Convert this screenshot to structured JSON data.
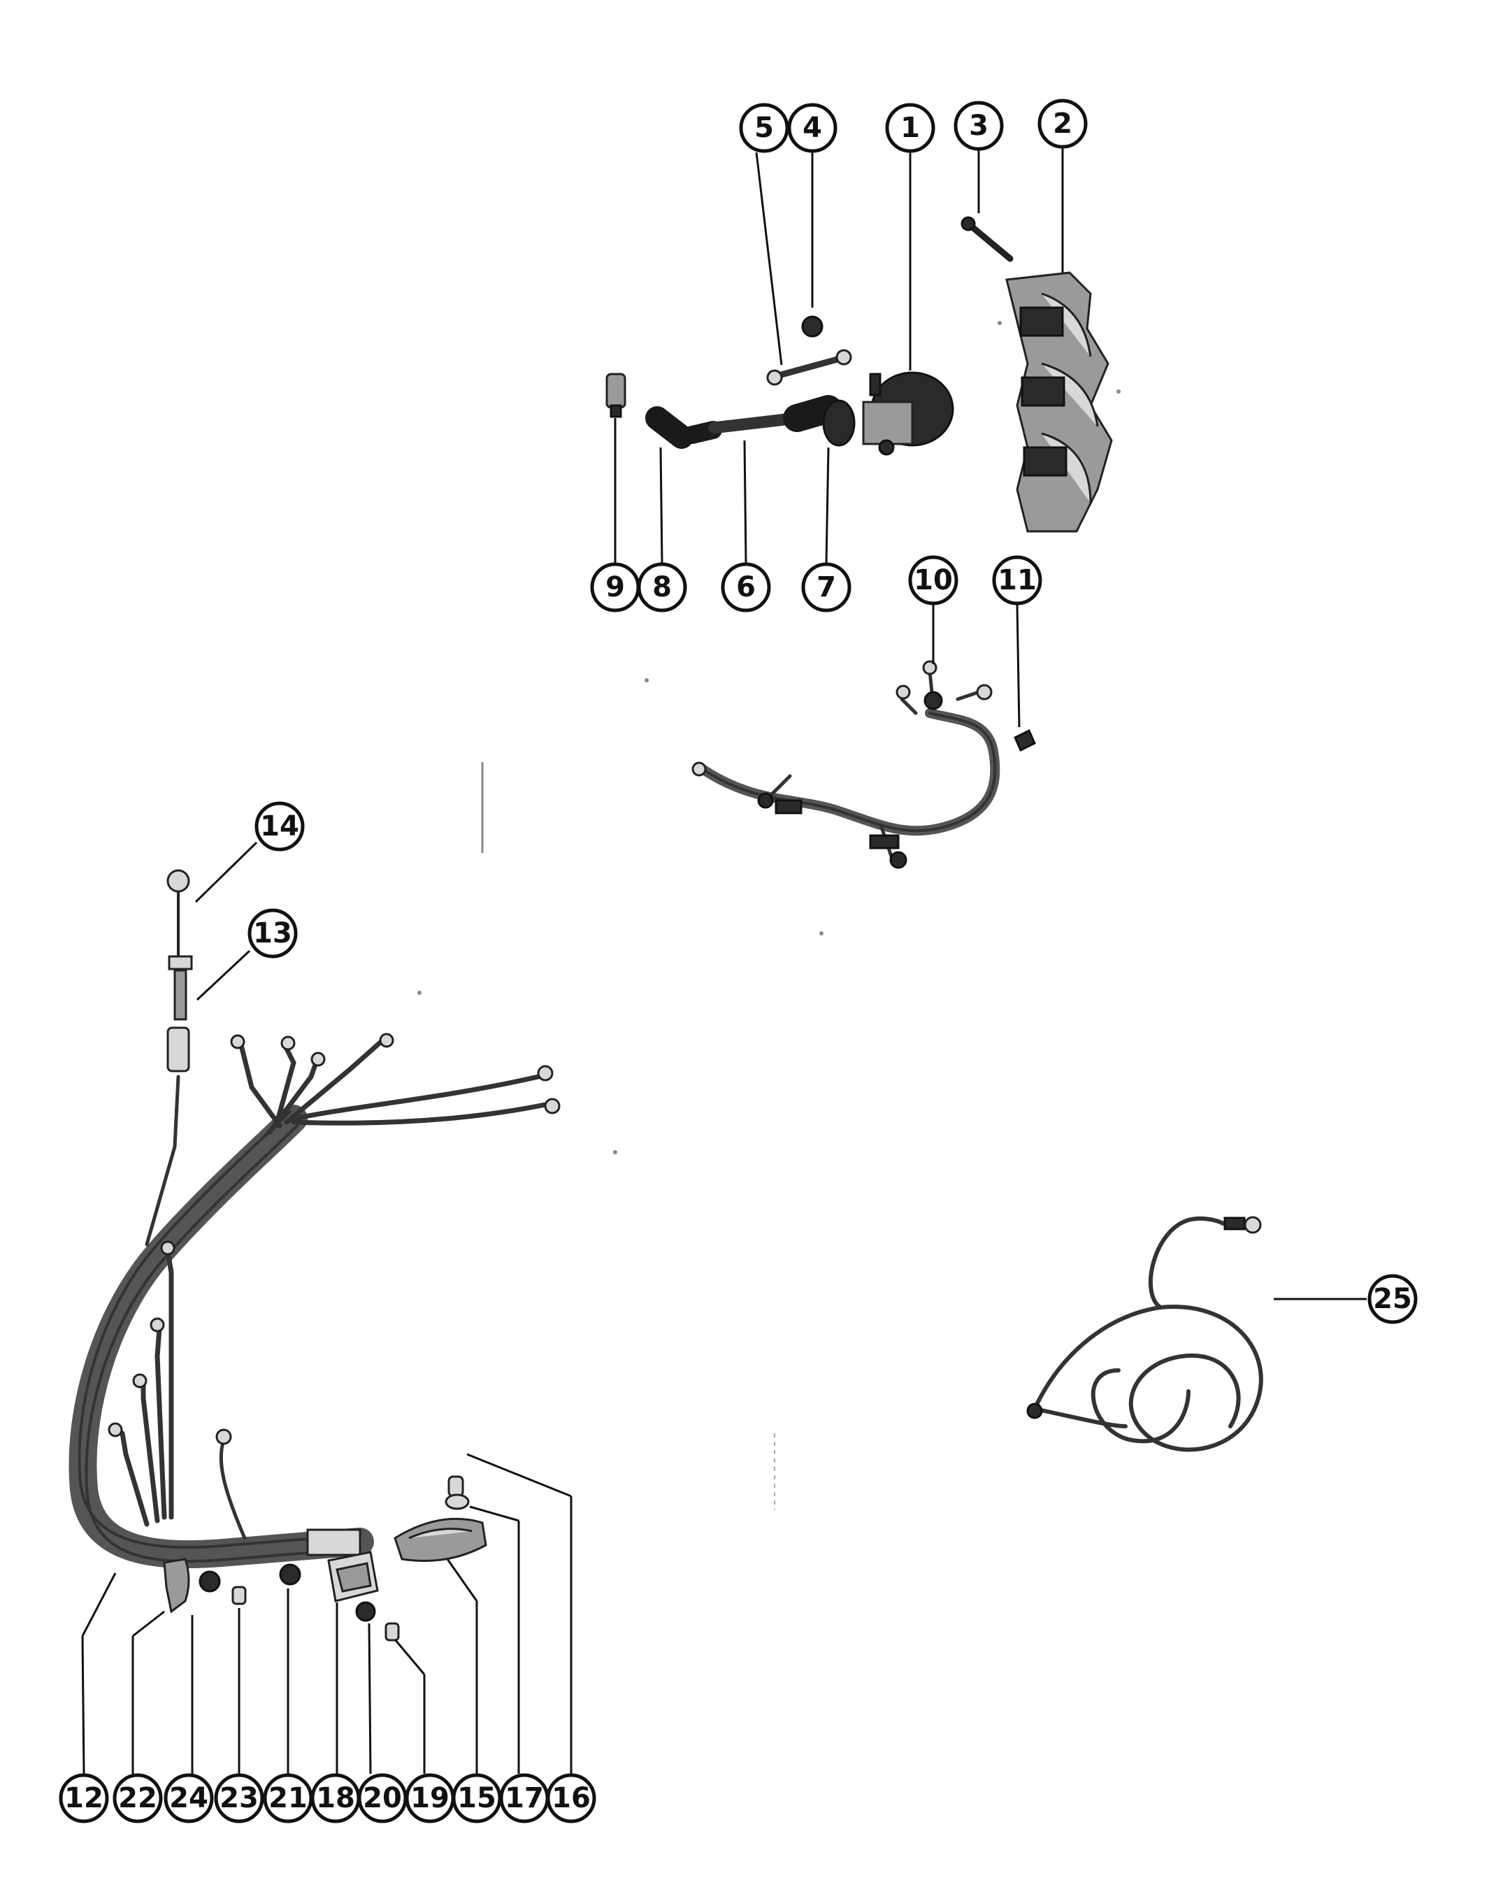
{
  "diagram": {
    "colors": {
      "ink": "#111111",
      "paper": "#ffffff",
      "part_dark": "#2a2a2a",
      "part_grey": "#9a9a9a"
    },
    "callouts": [
      {
        "id": "c1",
        "label": "1"
      },
      {
        "id": "c2",
        "label": "2"
      },
      {
        "id": "c3",
        "label": "3"
      },
      {
        "id": "c4",
        "label": "4"
      },
      {
        "id": "c5",
        "label": "5"
      },
      {
        "id": "c6",
        "label": "6"
      },
      {
        "id": "c7",
        "label": "7"
      },
      {
        "id": "c8",
        "label": "8"
      },
      {
        "id": "c9",
        "label": "9"
      },
      {
        "id": "c10",
        "label": "10"
      },
      {
        "id": "c11",
        "label": "11"
      },
      {
        "id": "c12",
        "label": "12"
      },
      {
        "id": "c13",
        "label": "13"
      },
      {
        "id": "c14",
        "label": "14"
      },
      {
        "id": "c15",
        "label": "15"
      },
      {
        "id": "c16",
        "label": "16"
      },
      {
        "id": "c17",
        "label": "17"
      },
      {
        "id": "c18",
        "label": "18"
      },
      {
        "id": "c19",
        "label": "19"
      },
      {
        "id": "c20",
        "label": "20"
      },
      {
        "id": "c21",
        "label": "21"
      },
      {
        "id": "c22",
        "label": "22"
      },
      {
        "id": "c23",
        "label": "23"
      },
      {
        "id": "c24",
        "label": "24"
      },
      {
        "id": "c25",
        "label": "25"
      }
    ]
  }
}
